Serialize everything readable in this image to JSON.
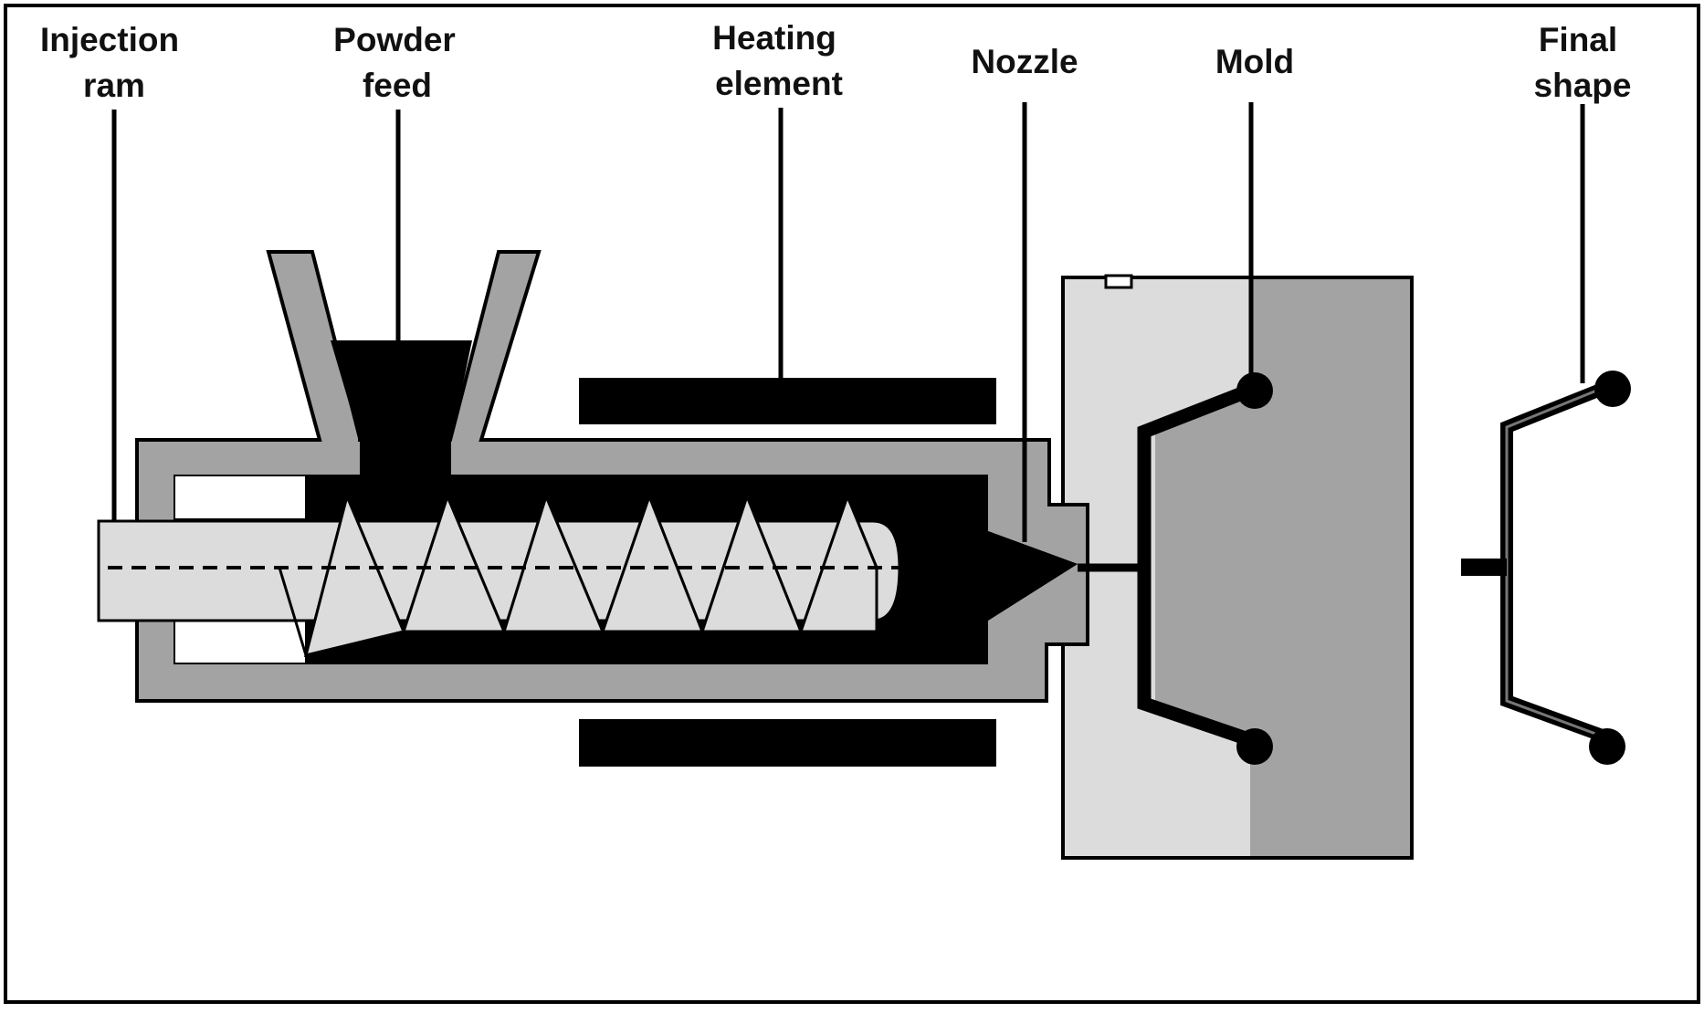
{
  "labels": {
    "injection_ram": [
      "Injection",
      "ram"
    ],
    "powder_feed": [
      "Powder",
      "feed"
    ],
    "heating_element": [
      "Heating",
      "element"
    ],
    "nozzle": [
      "Nozzle"
    ],
    "mold": [
      "Mold"
    ],
    "final_shape": [
      "Final",
      "shape"
    ]
  },
  "colors": {
    "black": "#000000",
    "barrel_gray": "#a3a3a3",
    "light_gray": "#dcdcdc",
    "white": "#ffffff"
  }
}
